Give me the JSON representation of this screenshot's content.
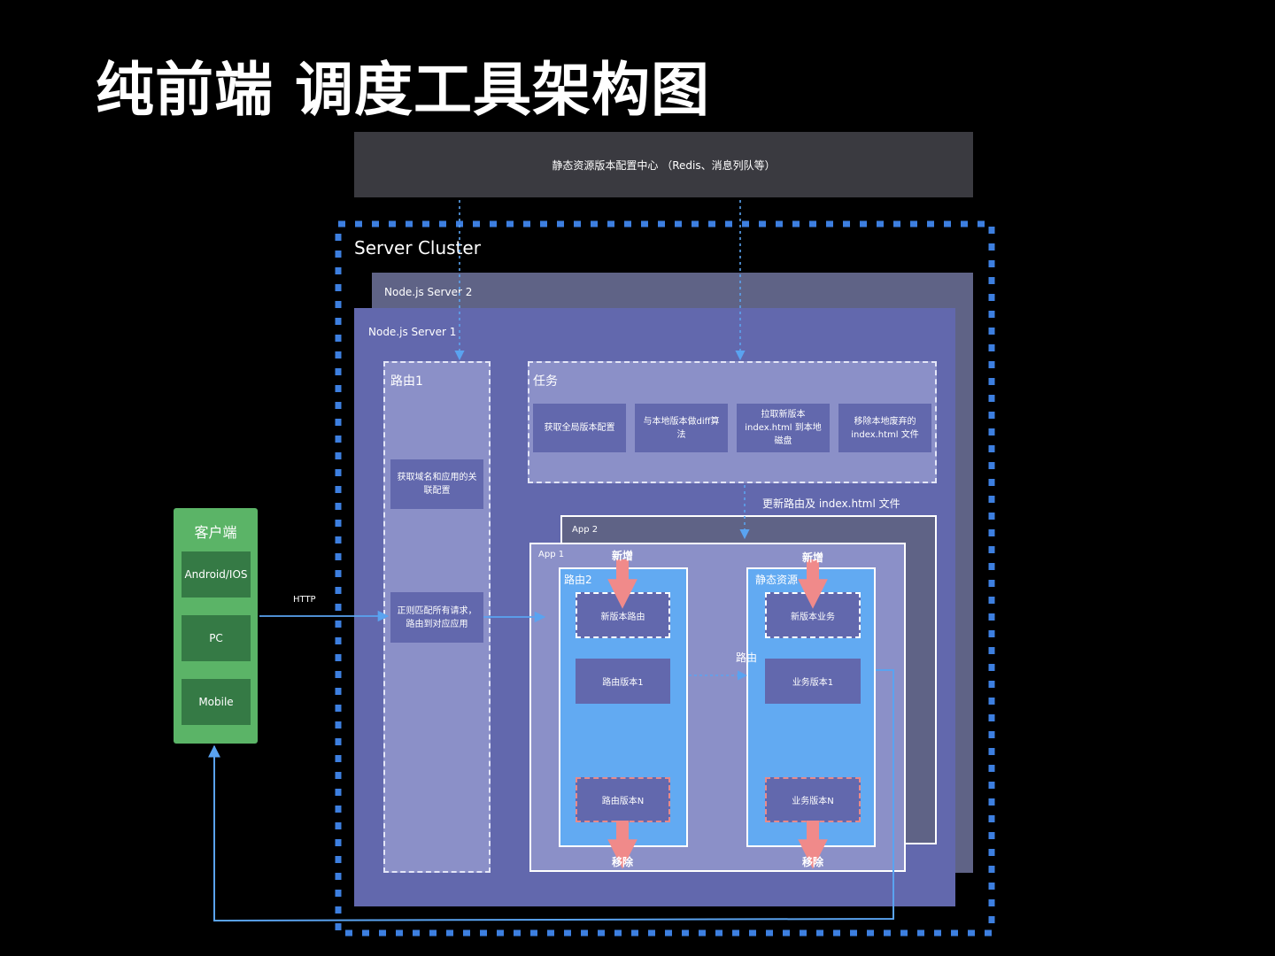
{
  "title": "纯前端 调度工具架构图",
  "config_center": "静态资源版本配置中心 （Redis、消息列队等）",
  "cluster": {
    "label": "Server Cluster"
  },
  "server2": {
    "label": "Node.js Server 2"
  },
  "server1": {
    "label": "Node.js Server 1"
  },
  "router1": {
    "label": "路由1",
    "items": [
      "获取域名和应用的关联配置",
      "正则匹配所有请求，路由到对应应用"
    ]
  },
  "tasks": {
    "label": "任务",
    "items": [
      "获取全局版本配置",
      "与本地版本做diff算法",
      "拉取新版本index.html 到本地磁盘",
      "移除本地废弃的index.html 文件"
    ]
  },
  "update_note": "更新路由及 index.html 文件",
  "app2": {
    "label": "App 2"
  },
  "app1": {
    "label": "App 1",
    "router2": {
      "label": "路由2",
      "items": [
        "新版本路由",
        "路由版本1",
        "路由版本N"
      ]
    },
    "static": {
      "label": "静态资源",
      "items": [
        "新版本业务",
        "业务版本1",
        "业务版本N"
      ]
    },
    "add_label": "新增",
    "remove_label": "移除",
    "route_label": "路由"
  },
  "http_label": "HTTP",
  "client": {
    "title": "客户端",
    "items": [
      "Android/IOS",
      "PC",
      "Mobile"
    ]
  },
  "colors": {
    "arrow_blue": "#5aa3f0",
    "arrow_red": "#f08a8a",
    "cluster_dash": "#3d7fe0",
    "client_green": "#5bb467"
  }
}
